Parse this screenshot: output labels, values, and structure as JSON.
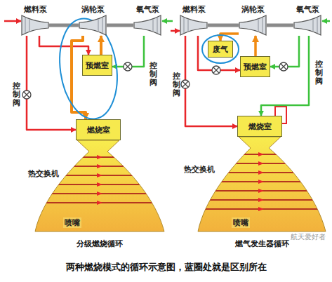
{
  "diagram": {
    "caption": "两种燃烧模式的循环示意图，蓝圈处就是区别所在",
    "nodes": [
      {
        "text": [
          "燃料泵"
        ]
      },
      {
        "text": [
          "涡轮泵"
        ]
      },
      {
        "text": [
          "氧气泵"
        ]
      },
      {
        "text": [
          "预燃室"
        ]
      },
      {
        "text": [
          "燃烧室"
        ]
      },
      {
        "text": [
          "燃料泵"
        ]
      },
      {
        "text": [
          "涡轮泵"
        ]
      },
      {
        "text": [
          "氧气泵"
        ]
      },
      {
        "text": [
          "废气"
        ]
      },
      {
        "text": [
          "预燃室"
        ]
      },
      {
        "text": [
          "燃烧室"
        ]
      }
    ],
    "edges": [
      {
        "from": 0,
        "to": 1,
        "arrow": "none"
      },
      {
        "from": 1,
        "to": 2,
        "arrow": "none"
      },
      {
        "from": 0,
        "to": 4,
        "arrow": "to"
      },
      {
        "from": 0,
        "to": 3,
        "arrow": "to"
      },
      {
        "from": 2,
        "to": 3,
        "arrow": "to"
      },
      {
        "from": 3,
        "to": 1,
        "arrow": "to"
      },
      {
        "from": 1,
        "to": 4,
        "arrow": "to"
      },
      {
        "from": 5,
        "to": 6,
        "arrow": "none"
      },
      {
        "from": 6,
        "to": 7,
        "arrow": "none"
      },
      {
        "from": 5,
        "to": 10,
        "arrow": "to"
      },
      {
        "from": 5,
        "to": 9,
        "arrow": "to"
      },
      {
        "from": 7,
        "to": 9,
        "arrow": "to"
      },
      {
        "from": 7,
        "to": 10,
        "arrow": "to"
      },
      {
        "from": 9,
        "to": 6,
        "arrow": "to"
      },
      {
        "from": 6,
        "to": 8,
        "arrow": "to"
      }
    ],
    "labels": [
      "控制阀",
      "控制阀",
      "热交换机",
      "喷嘴",
      "分级燃烧循环",
      "控制阀",
      "控制阀",
      "热交换机",
      "喷嘴",
      "燃气发生器循环",
      "航天爱好者"
    ]
  }
}
